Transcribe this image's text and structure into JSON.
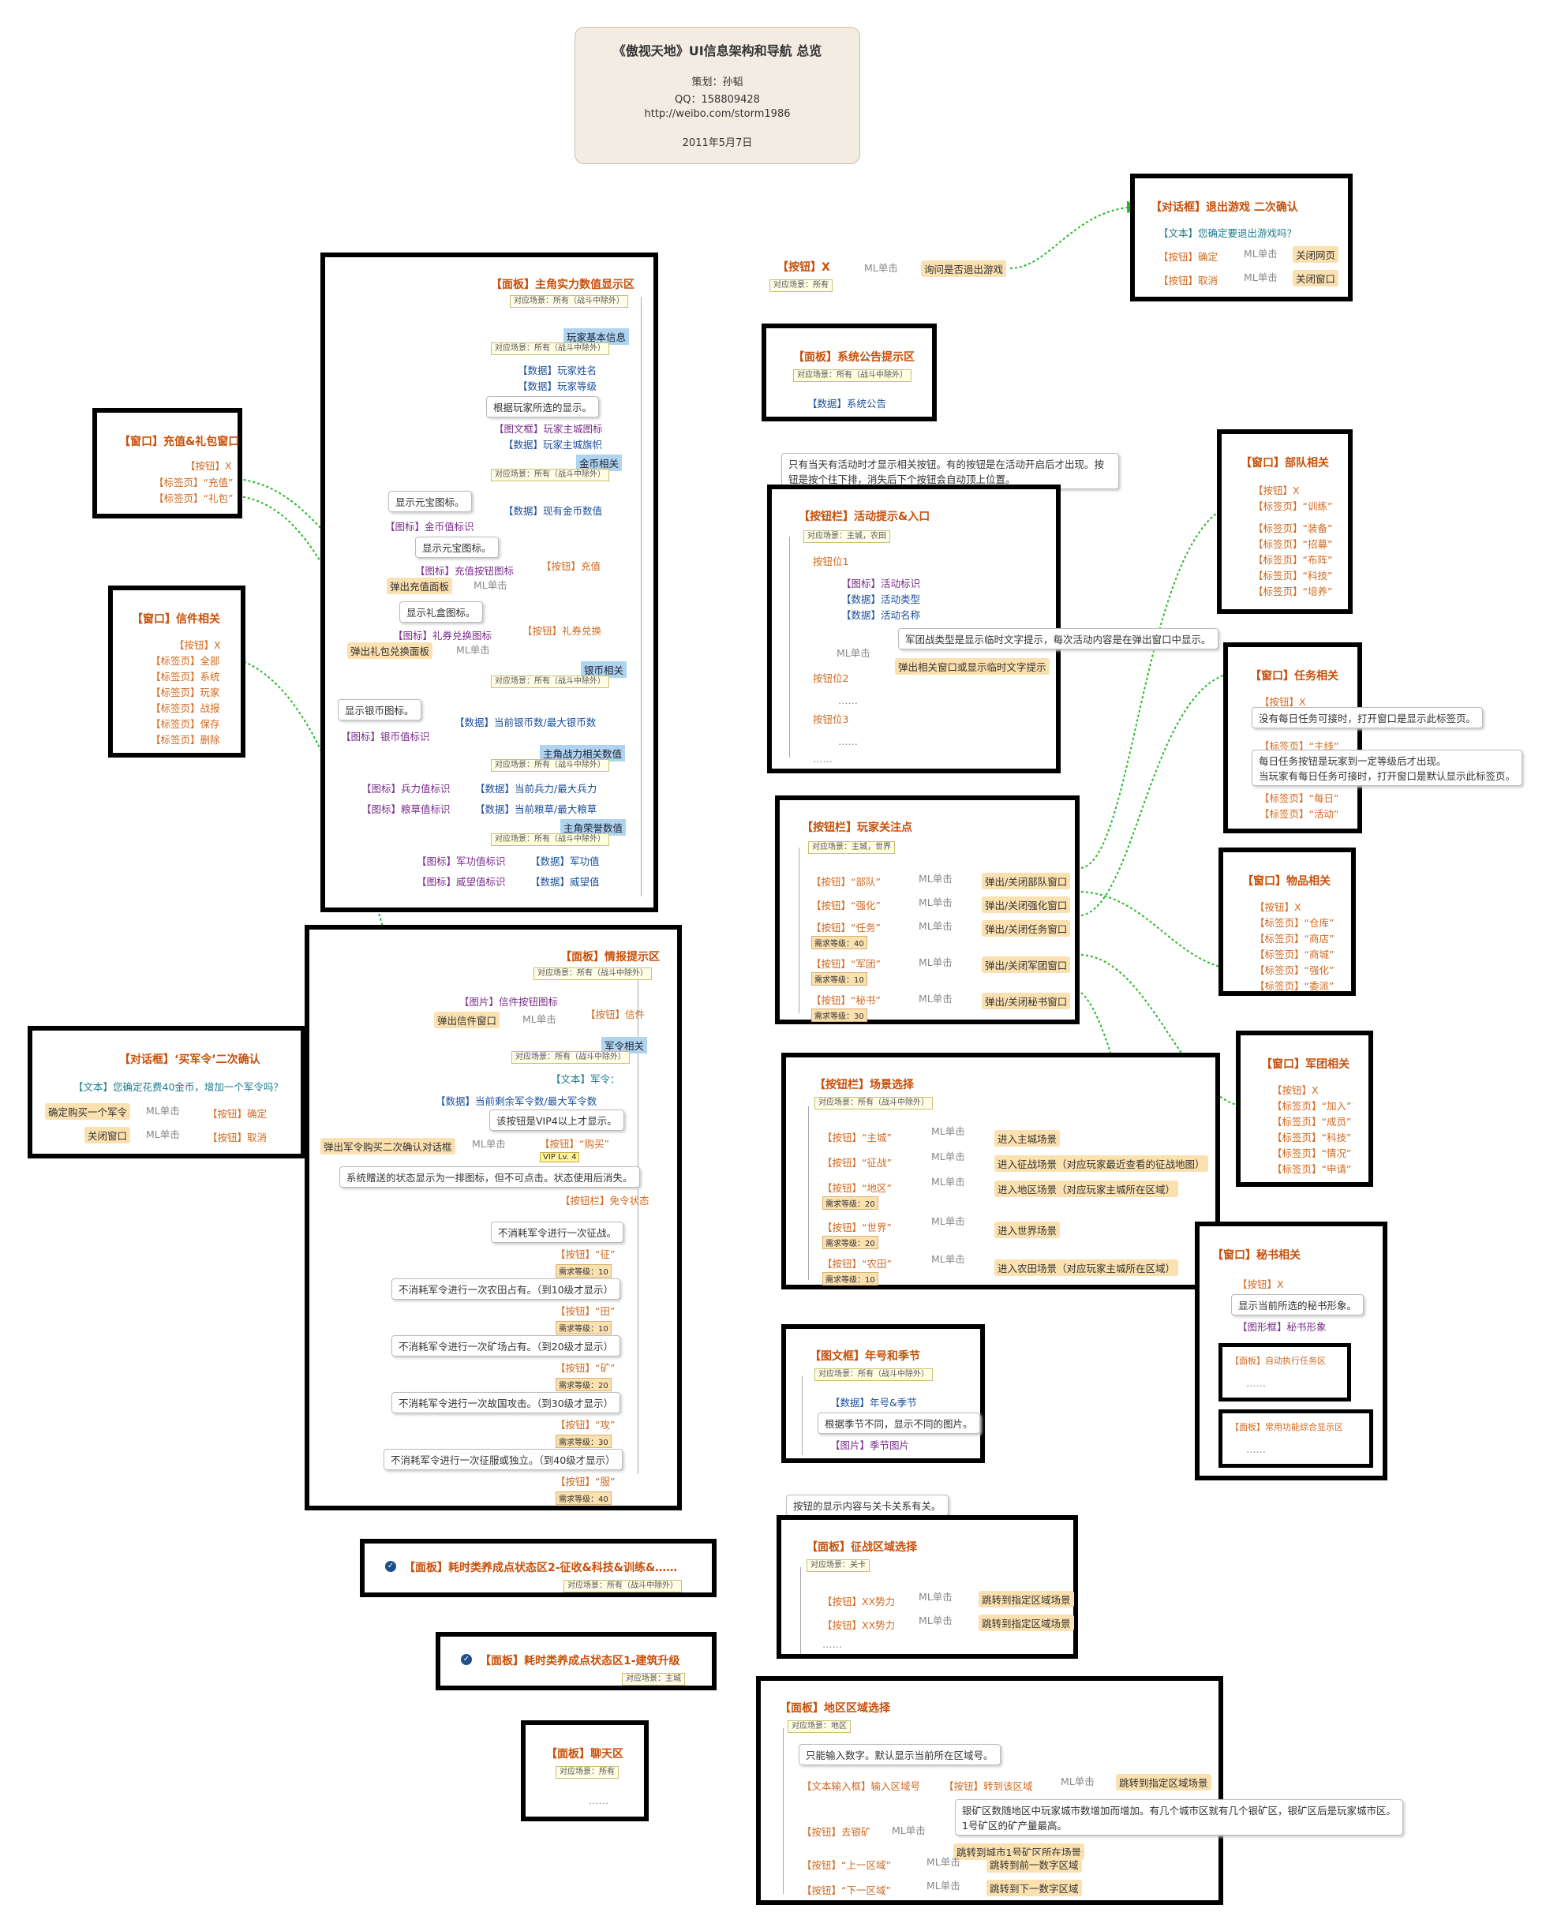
{
  "header": {
    "title": "《傲视天地》UI信息架构和导航  总览",
    "planner": "策划：孙韬",
    "qq": "QQ：158809428",
    "weibo": "http://weibo.com/storm1986",
    "date": "2011年5月7日"
  },
  "exit_button": {
    "label": "【按钮】X",
    "scene": "对应场景：所有",
    "action": "ML单击",
    "result": "询问是否退出游戏"
  },
  "exit_dialog": {
    "title": "【对话框】退出游戏 二次确认",
    "text": "【文本】您确定要退出游戏吗？",
    "confirm": "【按钮】确定",
    "confirm_action": "ML单击",
    "confirm_result": "关闭网页",
    "cancel": "【按钮】取消",
    "cancel_action": "ML单击",
    "cancel_result": "关闭窗口"
  },
  "notice_panel": {
    "title": "【面板】系统公告提示区",
    "scene": "对应场景：所有（战斗中除外）",
    "data": "【数据】系统公告"
  },
  "recharge_window": {
    "title": "【窗口】充值&礼包窗口",
    "close": "【按钮】X",
    "tab1": "【标签页】“充值”",
    "tab2": "【标签页】“礼包”"
  },
  "mail_window": {
    "title": "【窗口】信件相关",
    "close": "【按钮】X",
    "tabs": [
      "【标签页】全部",
      "【标签页】系统",
      "【标签页】玩家",
      "【标签页】战报",
      "【标签页】保存",
      "【标签页】删除"
    ]
  },
  "player_panel": {
    "title": "【面板】主角实力数值显示区",
    "scene": "对应场景：所有（战斗中除外）",
    "basic": "玩家基本信息",
    "basic_scene": "对应场景：所有（战斗中除外）",
    "name": "【数据】玩家姓名",
    "level": "【数据】玩家等级",
    "city_note": "根据玩家所选的显示。",
    "city_icon": "【图文框】玩家主城图标",
    "city_flag": "【数据】玩家主城旗帜",
    "gold": "金币相关",
    "gold_scene": "对应场景：所有（战斗中除外）",
    "gold_note1": "显示元宝图标。",
    "gold_data": "【数据】现有金币数值",
    "gold_icon": "【图标】金币值标识",
    "gold_note2": "显示元宝图标。",
    "recharge_icon": "【图标】充值按钮图标",
    "recharge_btn": "【按钮】充值",
    "recharge_popup": "弹出充值面板",
    "recharge_action": "ML单击",
    "gift_note": "显示礼盒图标。",
    "gift_icon": "【图标】礼券兑换图标",
    "gift_btn": "【按钮】礼券兑换",
    "gift_popup": "弹出礼包兑换面板",
    "gift_action": "ML单击",
    "silver": "银币相关",
    "silver_scene": "对应场景：所有（战斗中除外）",
    "silver_note": "显示银币图标。",
    "silver_data": "【数据】当前银币数/最大银币数",
    "silver_icon": "【图标】银币值标识",
    "power": "主角战力相关数值",
    "power_scene": "对应场景：所有（战斗中除外）",
    "troop_icon": "【图标】兵力值标识",
    "troop_data": "【数据】当前兵力/最大兵力",
    "food_icon": "【图标】粮草值标识",
    "food_data": "【数据】当前粮草/最大粮草",
    "honor": "主角荣誉数值",
    "honor_scene": "对应场景：所有（战斗中除外）",
    "merit_icon": "【图标】军功值标识",
    "merit_data": "【数据】军功值",
    "prestige_icon": "【图标】威望值标识",
    "prestige_data": "【数据】威望值"
  },
  "intel_panel": {
    "title": "【面板】情报提示区",
    "scene": "对应场景：所有（战斗中除外）",
    "mail_icon": "【图片】信件按钮图标",
    "mail_popup": "弹出信件窗口",
    "mail_action": "ML单击",
    "mail_btn": "【按钮】信件",
    "order": "军令相关",
    "order_scene": "对应场景：所有（战斗中除外）",
    "order_text": "【文本】军令：",
    "order_data": "【数据】当前剩余军令数/最大军令数",
    "vip_note": "该按钮是VIP4以上才显示。",
    "buy_popup": "弹出军令购买二次确认对话框",
    "buy_action": "ML单击",
    "buy_btn": "【按钮】“购买”",
    "vip": "VIP Lv. 4",
    "free_note": "系统赠送的状态显示为一排图标，但不可点击。状态使用后消失。",
    "free_bar": "【按钮栏】免令状态",
    "free_items": [
      {
        "note": "不消耗军令进行一次征战。",
        "btn": "【按钮】“征”",
        "req": "需求等级：10"
      },
      {
        "note": "不消耗军令进行一次农田占有。（到10级才显示）",
        "btn": "【按钮】“田”",
        "req": "需求等级：10"
      },
      {
        "note": "不消耗军令进行一次矿场占有。（到20级才显示）",
        "btn": "【按钮】“矿”",
        "req": "需求等级：20"
      },
      {
        "note": "不消耗军令进行一次故国攻击。（到30级才显示）",
        "btn": "【按钮】“攻”",
        "req": "需求等级：30"
      },
      {
        "note": "不消耗军令进行一次征服或独立。（到40级才显示）",
        "btn": "【按钮】“服”",
        "req": "需求等级：40"
      }
    ]
  },
  "buy_dialog": {
    "title": "【对话框】‘买军令’二次确认",
    "text": "【文本】您确定花费40金币，增加一个军令吗？",
    "confirm_result": "确定购买一个军令",
    "confirm_action": "ML单击",
    "confirm": "【按钮】确定",
    "cancel_result": "关闭窗口",
    "cancel_action": "ML单击",
    "cancel": "【按钮】取消"
  },
  "activity_bar": {
    "note": "只有当天有活动时才显示相关按钮。有的按钮是在活动开启后才出现。按钮是按个往下排，消失后下个按钮会自动顶上位置。",
    "title": "【按钮栏】活动提示&入口",
    "scene": "对应场景：主城，农田",
    "slot1": "按钮位1",
    "icon": "【图标】活动标识",
    "type": "【数据】活动类型",
    "name": "【数据】活动名称",
    "action": "ML单击",
    "legion_note": "军团战类型是显示临时文字提示，每次活动内容是在弹出窗口中显示。",
    "popup": "弹出相关窗口或显示临时文字提示",
    "slot2": "按钮位2",
    "slot3": "按钮位3",
    "ellipsis": "……"
  },
  "focus_bar": {
    "title": "【按钮栏】玩家关注点",
    "scene": "对应场景：主城，世界",
    "items": [
      {
        "btn": "【按钮】“部队”",
        "action": "ML单击",
        "result": "弹出/关闭部队窗口"
      },
      {
        "btn": "【按钮】“强化”",
        "action": "ML单击",
        "result": "弹出/关闭强化窗口"
      },
      {
        "btn": "【按钮】“任务”",
        "req": "需求等级：40",
        "action": "ML单击",
        "result": "弹出/关闭任务窗口"
      },
      {
        "btn": "【按钮】“军团”",
        "req": "需求等级：10",
        "action": "ML单击",
        "result": "弹出/关闭军团窗口"
      },
      {
        "btn": "【按钮】“秘书”",
        "req": "需求等级：30",
        "action": "ML单击",
        "result": "弹出/关闭秘书窗口"
      }
    ]
  },
  "scene_bar": {
    "title": "【按钮栏】场景选择",
    "scene": "对应场景：所有（战斗中除外）",
    "items": [
      {
        "btn": "【按钮】“主城”",
        "action": "ML单击",
        "result": "进入主城场景"
      },
      {
        "btn": "【按钮】“征战”",
        "action": "ML单击",
        "result": "进入征战场景（对应玩家最近查看的征战地图）"
      },
      {
        "btn": "【按钮】“地区”",
        "req": "需求等级：20",
        "action": "ML单击",
        "result": "进入地区场景（对应玩家主城所在区域）"
      },
      {
        "btn": "【按钮】“世界”",
        "req": "需求等级：20",
        "action": "ML单击",
        "result": "进入世界场景"
      },
      {
        "btn": "【按钮】“农田”",
        "req": "需求等级：10",
        "action": "ML单击",
        "result": "进入农田场景（对应玩家主城所在区域）"
      }
    ]
  },
  "season": {
    "title": "【图文框】年号和季节",
    "scene": "对应场景：所有（战斗中除外）",
    "data": "【数据】年号&季节",
    "note": "根据季节不同，显示不同的图片。",
    "image": "【图片】季节图片"
  },
  "campaign": {
    "note": "按钮的显示内容与关卡关系有关。",
    "title": "【面板】征战区域选择",
    "scene": "对应场景：关卡",
    "btn1": "【按钮】XX势力",
    "act1": "ML单击",
    "res1": "跳转到指定区域场景",
    "btn2": "【按钮】XX势力",
    "act2": "ML单击",
    "res2": "跳转到指定区域场景",
    "ellipsis": "……"
  },
  "region": {
    "title": "【面板】地区区域选择",
    "scene": "对应场景：地区",
    "note": "只能输入数字。默认显示当前所在区域号。",
    "input": "【文本输入框】输入区域号",
    "goto_btn": "【按钮】转到该区域",
    "goto_act": "ML单击",
    "goto_res": "跳转到指定区域场景",
    "mine_note1": "银矿区数随地区中玩家城市数增加而增加。有几个城市区就有几个银矿区，银矿区后是玩家城市区。",
    "mine_note2": "1号矿区的矿产量最高。",
    "mine_btn": "【按钮】去银矿",
    "mine_act": "ML单击",
    "mine_res": "跳转到城市1号矿区所在场景",
    "prev_btn": "【按钮】“上一区域”",
    "prev_act": "ML单击",
    "prev_res": "跳转到前一数字区域",
    "next_btn": "【按钮】“下一区域”",
    "next_act": "ML单击",
    "next_res": "跳转到下一数字区域"
  },
  "status2": {
    "title": "【面板】耗时类养成点状态区2-征收&科技&训练&……",
    "scene": "对应场景：所有（战斗中除外）"
  },
  "status1": {
    "title": "【面板】耗时类养成点状态区1-建筑升级",
    "scene": "对应场景：主城"
  },
  "chat": {
    "title": "【面板】聊天区",
    "scene": "对应场景：所有",
    "ellipsis": "……"
  },
  "army_window": {
    "title": "【窗口】部队相关",
    "close": "【按钮】X",
    "tabs": [
      "【标签页】“训练”",
      "【标签页】“装备”",
      "【标签页】“招募”",
      "【标签页】“布阵”",
      "【标签页】“科技”",
      "【标签页】“培养”"
    ]
  },
  "task_window": {
    "title": "【窗口】任务相关",
    "close": "【按钮】X",
    "note1": "没有每日任务可接时，打开窗口是显示此标签页。",
    "tab1": "【标签页】“主线”",
    "note2": "每日任务按钮是玩家到一定等级后才出现。",
    "note3": "当玩家有每日任务可接时，打开窗口是默认显示此标签页。",
    "tab2": "【标签页】“每日”",
    "tab3": "【标签页】“活动”"
  },
  "item_window": {
    "title": "【窗口】物品相关",
    "close": "【按钮】X",
    "tabs": [
      "【标签页】“仓库”",
      "【标签页】“商店”",
      "【标签页】“商城”",
      "【标签页】“强化”",
      "【标签页】“委派”"
    ]
  },
  "legion_window": {
    "title": "【窗口】军团相关",
    "close": "【按钮】X",
    "tabs": [
      "【标签页】“加入”",
      "【标签页】“成员”",
      "【标签页】“科技”",
      "【标签页】“情况”",
      "【标签页】“申请”"
    ]
  },
  "secretary_window": {
    "title": "【窗口】秘书相关",
    "close": "【按钮】X",
    "note": "显示当前所选的秘书形象。",
    "image": "【图形框】秘书形象",
    "auto_task": "【面板】自动执行任务区",
    "common": "【面板】常用功能综合显示区",
    "ellipsis": "……"
  },
  "colors": {
    "title_orange": "#c8500a",
    "data_blue": "#1a4f9c",
    "icon_purple": "#7a2d8c",
    "highlight": "#fbe0b0",
    "link_green": "#22bb22"
  }
}
